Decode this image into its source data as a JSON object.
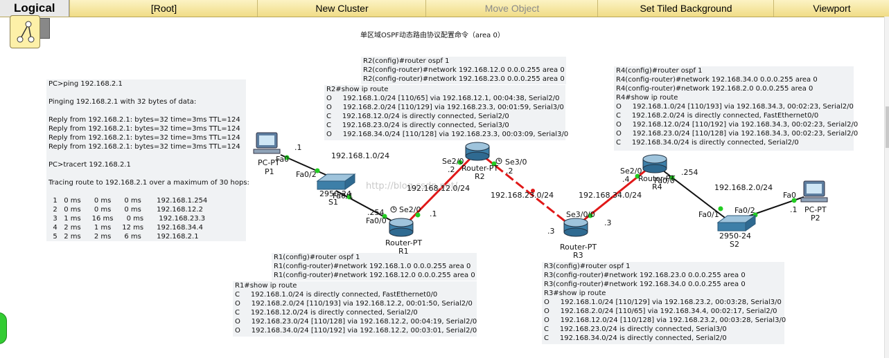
{
  "toolbar": {
    "logical": "Logical",
    "root": "[Root]",
    "new_cluster": "New Cluster",
    "move_object": "Move Object",
    "set_tiled_background": "Set Tiled Background",
    "viewport": "Viewport"
  },
  "title": "单区域OSPF动态路由协议配置命令（area 0）",
  "watermark": "http://blog.csdn.net/",
  "notes": {
    "pc": [
      "PC>ping 192.168.2.1",
      "",
      "Pinging 192.168.2.1 with 32 bytes of data:",
      "",
      "Reply from 192.168.2.1: bytes=32 time=3ms TTL=124",
      "Reply from 192.168.2.1: bytes=32 time=3ms TTL=124",
      "Reply from 192.168.2.1: bytes=32 time=3ms TTL=124",
      "Reply from 192.168.2.1: bytes=32 time=3ms TTL=124",
      "",
      "PC>tracert 192.168.2.1",
      "",
      "Tracing route to 192.168.2.1 over a maximum of 30 hops:",
      "",
      "  1   0 ms      0 ms      0 ms       192.168.1.254",
      "  2   0 ms      0 ms      0 ms       192.168.12.2",
      "  3   1 ms     16 ms      0 ms       192.168.23.3",
      "  4   2 ms      1 ms     12 ms      192.168.34.4",
      "  5   2 ms      2 ms      6 ms       192.168.2.1"
    ],
    "r2_config": [
      "R2(config)#router ospf 1",
      "R2(config-router)#network 192.168.12.0 0.0.0.255 area 0",
      "R2(config-router)#network 192.168.23.0 0.0.0.255 area 0"
    ],
    "r2_route": [
      "R2#show ip route",
      "O     192.168.1.0/24 [110/65] via 192.168.12.1, 00:04:38, Serial2/0",
      "O     192.168.2.0/24 [110/129] via 192.168.23.3, 00:01:59, Serial3/0",
      "C     192.168.12.0/24 is directly connected, Serial2/0",
      "C     192.168.23.0/24 is directly connected, Serial3/0",
      "O     192.168.34.0/24 [110/128] via 192.168.23.3, 00:03:09, Serial3/0"
    ],
    "r4": [
      "R4(config)#router ospf 1",
      "R4(config-router)#network 192.168.34.0 0.0.0.255 area 0",
      "R4(config-router)#network 192.168.2.0 0.0.0.255 area 0",
      "R4#show ip route",
      "O     192.168.1.0/24 [110/193] via 192.168.34.3, 00:02:23, Serial2/0",
      "C     192.168.2.0/24 is directly connected, FastEthernet0/0",
      "O     192.168.12.0/24 [110/192] via 192.168.34.3, 00:02:23, Serial2/0",
      "O     192.168.23.0/24 [110/128] via 192.168.34.3, 00:02:23, Serial2/0",
      "C     192.168.34.0/24 is directly connected, Serial2/0"
    ],
    "r1_config": [
      "R1(config)#router ospf 1",
      "R1(config-router)#network 192.168.1.0 0.0.0.255 area 0",
      "R1(config-router)#network 192.168.12.0 0.0.0.255 area 0"
    ],
    "r1_route": [
      "R1#show ip route",
      "C     192.168.1.0/24 is directly connected, FastEthernet0/0",
      "O     192.168.2.0/24 [110/193] via 192.168.12.2, 00:01:50, Serial2/0",
      "C     192.168.12.0/24 is directly connected, Serial2/0",
      "O     192.168.23.0/24 [110/128] via 192.168.12.2, 00:04:19, Serial2/0",
      "O     192.168.34.0/24 [110/192] via 192.168.12.2, 00:03:01, Serial2/0"
    ],
    "r3": [
      "R3(config)#router ospf 1",
      "R3(config-router)#network 192.168.23.0 0.0.0.255 area 0",
      "R3(config-router)#network 192.168.34.0 0.0.0.255 area 0",
      "R3#show ip route",
      "O     192.168.1.0/24 [110/129] via 192.168.23.2, 00:03:28, Serial3/0",
      "O     192.168.2.0/24 [110/65] via 192.168.34.4, 00:02:17, Serial2/0",
      "O     192.168.12.0/24 [110/128] via 192.168.23.2, 00:03:28, Serial3/0",
      "C     192.168.23.0/24 is directly connected, Serial3/0",
      "C     192.168.34.0/24 is directly connected, Serial2/0"
    ]
  },
  "devices": {
    "pc1": {
      "type": "PC-PT",
      "name": "P1"
    },
    "pc2": {
      "type": "PC-PT",
      "name": "P2"
    },
    "s1": {
      "type": "2950-24",
      "name": "S1"
    },
    "s2": {
      "type": "2950-24",
      "name": "S2"
    },
    "r1": {
      "type": "Router-PT",
      "name": "R1"
    },
    "r2": {
      "type": "Router-PT",
      "name": "R2"
    },
    "r3": {
      "type": "Router-PT",
      "name": "R3"
    },
    "r4": {
      "type": "Router-PT",
      "name": "R4"
    }
  },
  "labels": {
    "pc1_fa0": "Fa0",
    "pc1_ip": ".1",
    "s1_fa02": "Fa0/2",
    "s1_fa01": "Fa0/1",
    "net_1": "192.168.1.0/24",
    "r1_fa00": "Fa0/0",
    "r1_ip254": ".254",
    "r1_se20": "Se2/0",
    "r1_ip1": ".1",
    "net_12": "192.168.12.0/24",
    "r2_se20": "Se2/0",
    "r2_ip2a": ".2",
    "r2_se30": "Se3/0",
    "r2_ip2b": ".2",
    "net_23": "192.168.23.0/24",
    "r3_se30": "Se3/0",
    "r3_se20": "/0",
    "r3_ip3a": ".3",
    "r3_ip3b": ".3",
    "net_34": "192.168.34.0/24",
    "r4_se20": "Se2/0",
    "r4_ip4": ".4",
    "r4_fa00": "Fa0/0",
    "r4_ip254": ".254",
    "net_2": "192.168.2.0/24",
    "s2_fa01": "Fa0/1",
    "s2_fa02": "Fa0/2",
    "pc2_fa0": "Fa0",
    "pc2_ip": ".1"
  },
  "colors": {
    "serial_link": "#e01818",
    "ethernet_link": "#111111",
    "port_up": "#22cc22",
    "router_blue": "#3d7fa8",
    "toolbar": "#f5e7a6"
  }
}
